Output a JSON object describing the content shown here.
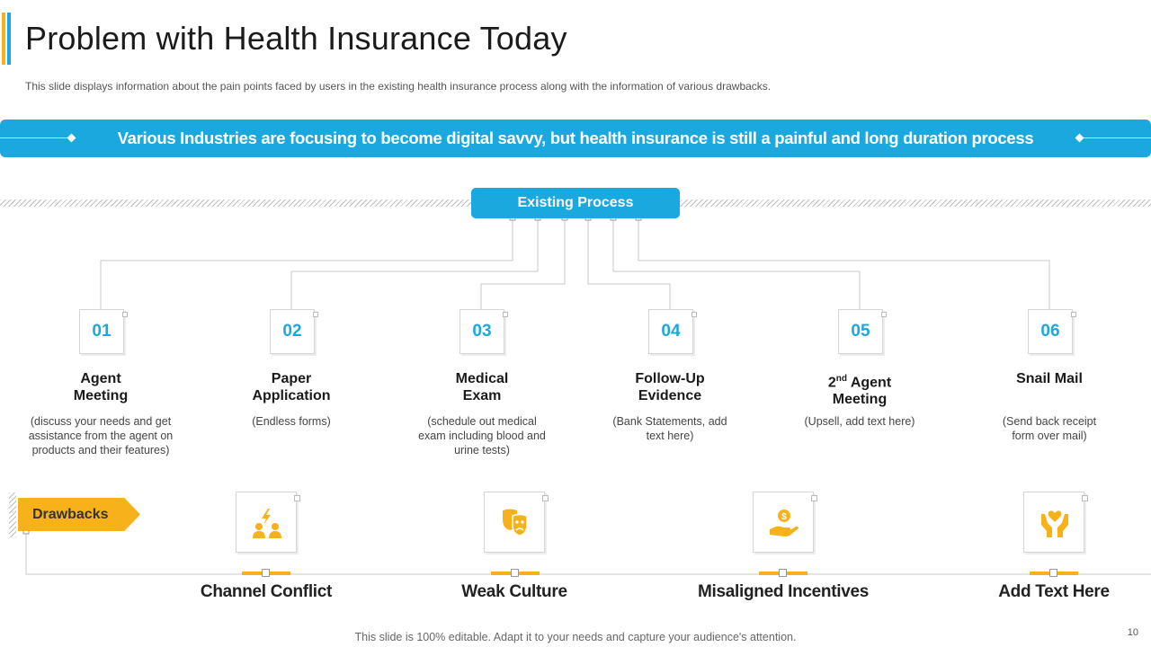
{
  "title": "Problem with Health Insurance Today",
  "subtitle": "This slide displays information  about the pain points faced by users in the existing health insurance process along with the information  of various  drawbacks.",
  "banner": "Various Industries are focusing to become digital savvy, but health insurance is still a painful and long duration process",
  "process_label": "Existing Process",
  "steps": [
    {
      "num": "01",
      "title": "Agent",
      "title2": "Meeting",
      "desc": "(discuss your needs and get assistance from the agent on products and their features)"
    },
    {
      "num": "02",
      "title": "Paper",
      "title2": "Application",
      "desc": "(Endless forms)"
    },
    {
      "num": "03",
      "title": "Medical",
      "title2": "Exam",
      "desc": "(schedule out medical exam including blood and urine tests)"
    },
    {
      "num": "04",
      "title": "Follow-Up",
      "title2": "Evidence",
      "desc": "(Bank Statements, add text here)"
    },
    {
      "num": "05",
      "title": "2",
      "title_sup": "nd",
      "title_rest": " Agent",
      "title2": "Meeting",
      "desc": "(Upsell,  add text here)"
    },
    {
      "num": "06",
      "title": "Snail Mail",
      "title2": "",
      "desc": "(Send back receipt form over  mail)"
    }
  ],
  "drawbacks_label": "Drawbacks",
  "drawbacks": [
    {
      "label": "Channel Conflict",
      "icon": "conflict-people-icon"
    },
    {
      "label": "Weak Culture",
      "icon": "theater-masks-icon"
    },
    {
      "label": "Misaligned Incentives",
      "icon": "hand-coin-icon"
    },
    {
      "label": "Add Text Here",
      "icon": "hands-heart-icon"
    }
  ],
  "footer": "This slide is 100% editable. Adapt it to your needs and capture your audience's attention.",
  "page_number": "10",
  "colors": {
    "accent_blue": "#1ba8df",
    "accent_yellow": "#f7b21b"
  }
}
